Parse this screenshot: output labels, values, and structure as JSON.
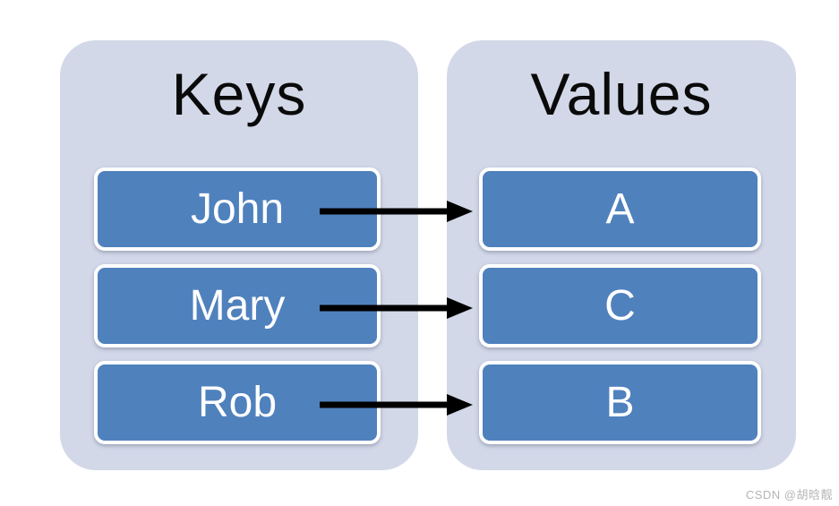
{
  "diagram": {
    "keys": {
      "title": "Keys",
      "items": [
        "John",
        "Mary",
        "Rob"
      ]
    },
    "values": {
      "title": "Values",
      "items": [
        "A",
        "C",
        "B"
      ]
    },
    "mappings": [
      {
        "from": "John",
        "to": "A"
      },
      {
        "from": "Mary",
        "to": "C"
      },
      {
        "from": "Rob",
        "to": "B"
      }
    ]
  },
  "colors": {
    "panel_background": "#d2d8e8",
    "item_box_fill": "#4f81bd",
    "item_box_border": "#ffffff",
    "title_text": "#0a0a0a",
    "item_text": "#ffffff",
    "arrow": "#000000",
    "watermark_text": "#b5b5b5",
    "page_background": "#ffffff"
  },
  "watermark": "CSDN @胡晗靓"
}
